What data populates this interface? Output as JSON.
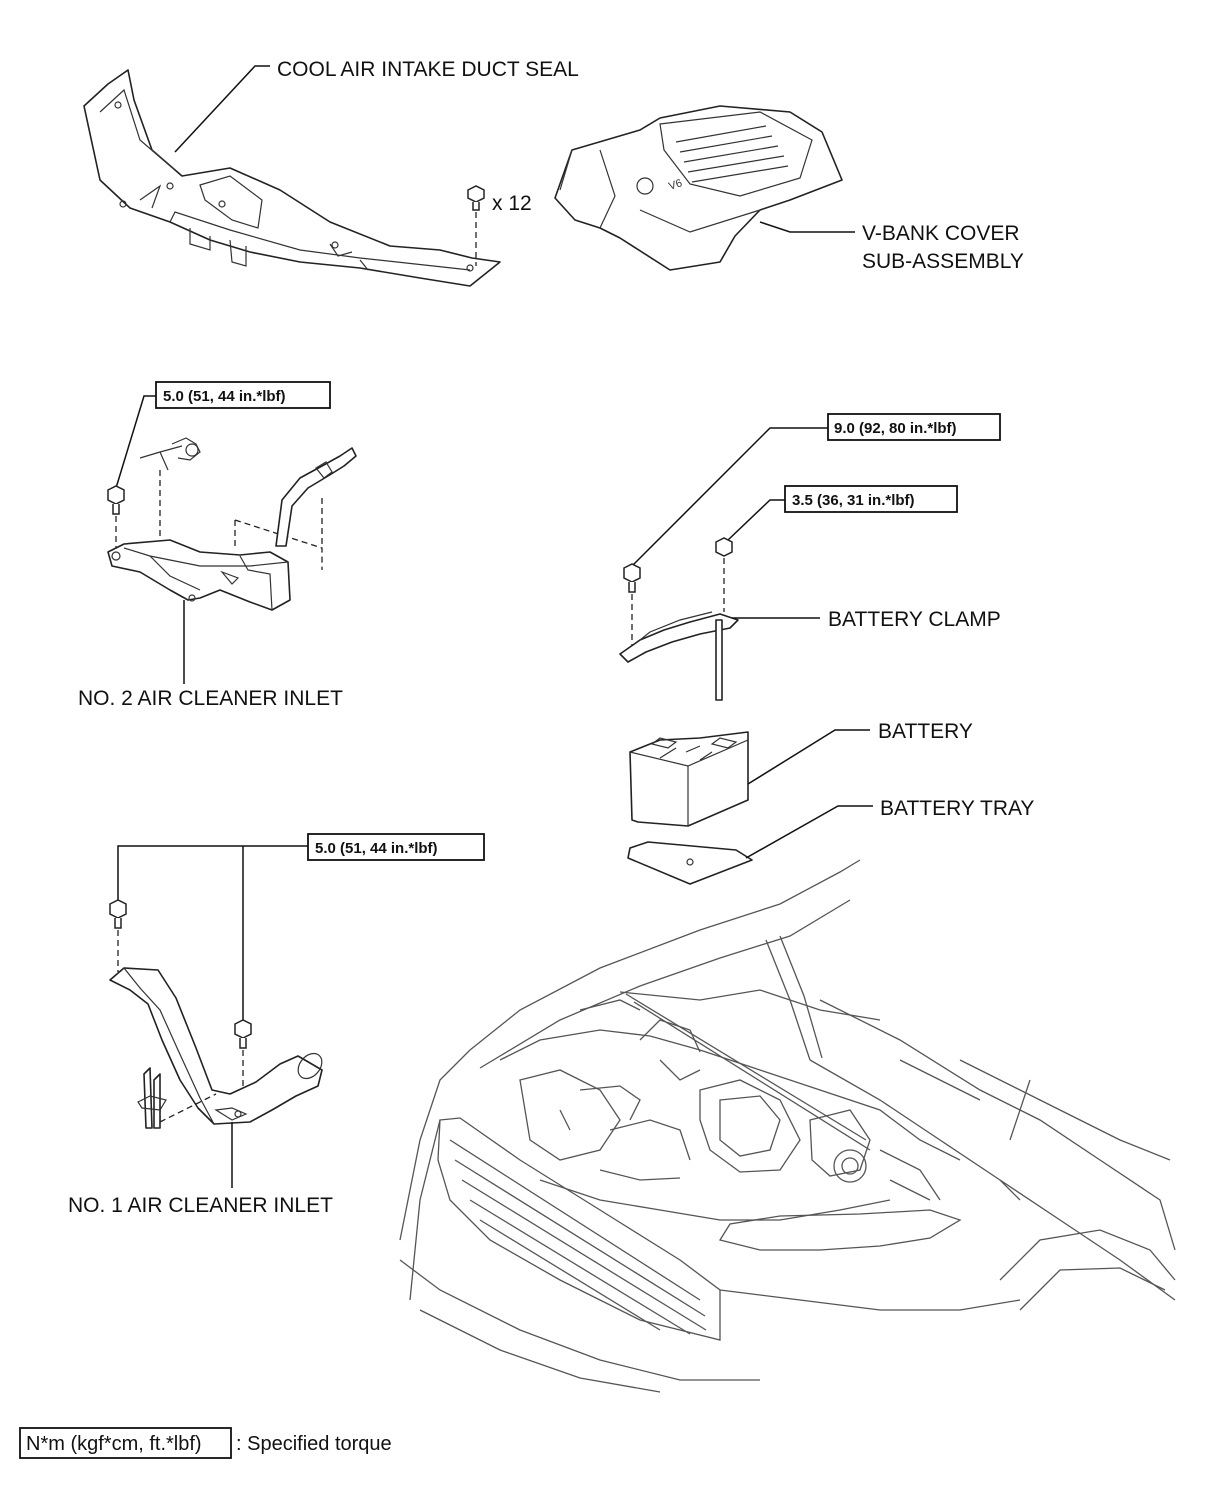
{
  "labels": {
    "cool_air_intake_duct_seal": "COOL AIR INTAKE DUCT SEAL",
    "v_bank_cover_line1": "V-BANK COVER",
    "v_bank_cover_line2": "SUB-ASSEMBLY",
    "no2_air_cleaner_inlet": "NO. 2 AIR CLEANER INLET",
    "no1_air_cleaner_inlet": "NO. 1 AIR CLEANER INLET",
    "battery_clamp": "BATTERY CLAMP",
    "battery": "BATTERY",
    "battery_tray": "BATTERY TRAY",
    "clip_quantity": "x 12"
  },
  "torques": {
    "no2_inlet_bolt": "5.0 (51, 44 in.*lbf)",
    "no1_inlet_bolts": "5.0 (51, 44 in.*lbf)",
    "battery_clamp_bolt": "9.0 (92, 80 in.*lbf)",
    "battery_clamp_nut": "3.5 (36, 31 in.*lbf)"
  },
  "legend": {
    "unit": "N*m (kgf*cm, ft.*lbf)",
    "description": ": Specified torque"
  }
}
